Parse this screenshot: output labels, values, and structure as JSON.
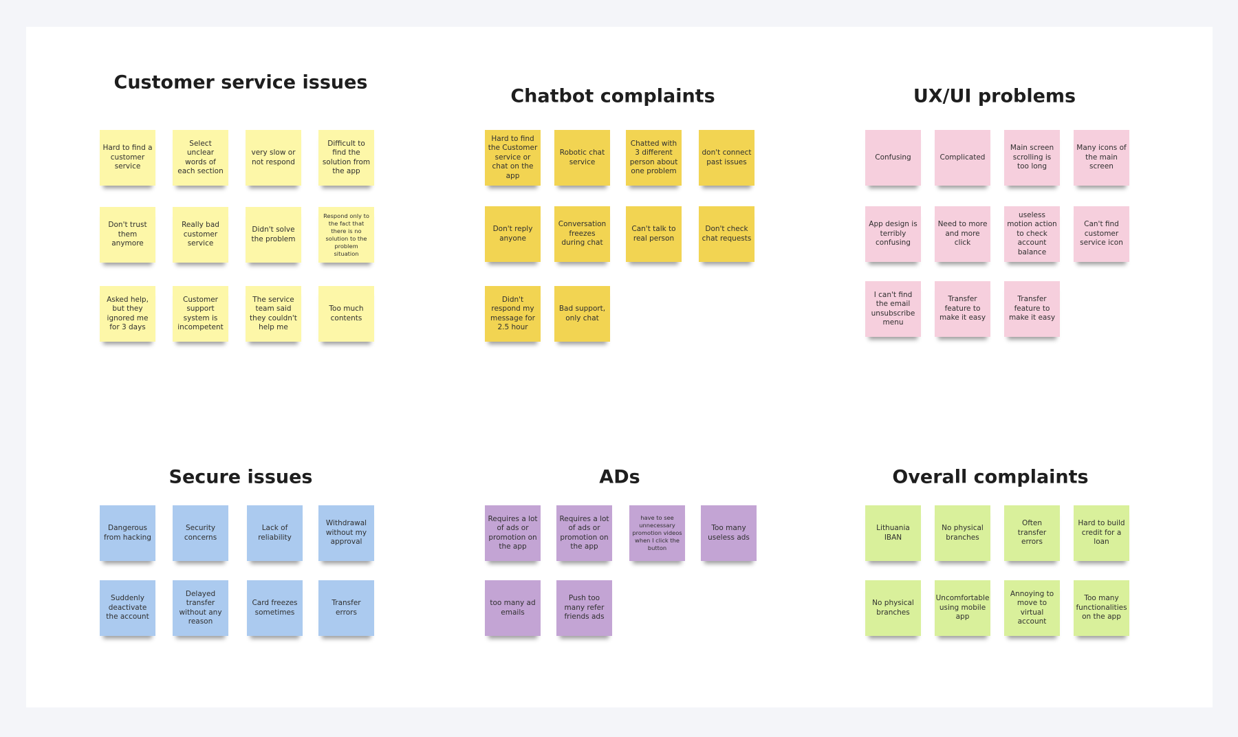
{
  "groups": [
    {
      "title": "Customer service issues",
      "color": "#fdf7a8",
      "notes": [
        "Hard to find a customer service",
        "Select unclear words of each section",
        "very slow or not respond",
        "Difficult to find the solution from the app",
        "Don't trust them anymore",
        "Really bad customer service",
        "Didn't solve the problem",
        "Respond only to the fact that there is no solution to the problem situation",
        "Asked help, but they ignored me for 3 days",
        "Customer support system is incompetent",
        "The service team said they couldn't help me",
        "Too much contents"
      ]
    },
    {
      "title": "Chatbot complaints",
      "color": "#f2d452",
      "notes": [
        "Hard to find the Customer service or chat on the app",
        "Robotic chat service",
        "Chatted with 3 different person about one problem",
        "don't connect past issues",
        "Don't reply anyone",
        "Conversation freezes during chat",
        "Can't talk to real person",
        "Don't check chat requests",
        "Didn't respond my message for 2.5 hour",
        "Bad support, only chat"
      ]
    },
    {
      "title": "UX/UI problems",
      "color": "#f6cfdd",
      "notes": [
        "Confusing",
        "Complicated",
        "Main screen scrolling is too long",
        "Many icons of the main screen",
        "App design is terribly confusing",
        "Need to more and more click",
        "useless motion action to check account balance",
        "Can't find customer service icon",
        "I can't find the email unsubscribe menu",
        "Transfer feature to make it easy",
        "Transfer feature to make it easy"
      ]
    },
    {
      "title": "Secure issues",
      "color": "#abcaef",
      "notes": [
        "Dangerous from hacking",
        "Security concerns",
        "Lack of reliability",
        "Withdrawal without my approval",
        "Suddenly deactivate the account",
        "Delayed transfer without any reason",
        "Card freezes sometimes",
        "Transfer errors"
      ]
    },
    {
      "title": "ADs",
      "color": "#c3a4d4",
      "notes": [
        "Requires a lot of ads or promotion on the app",
        "Requires a lot of ads or promotion on the app",
        "have to see unnecessary promotion videos when I click the button",
        "Too many useless ads",
        "too many ad emails",
        "Push too many refer friends ads"
      ]
    },
    {
      "title": "Overall complaints",
      "color": "#d9f09b",
      "notes": [
        "Lithuania IBAN",
        "No physical branches",
        "Often transfer errors",
        "Hard to build credit for a loan",
        "No physical branches",
        "Uncomfortable using mobile app",
        "Annoying to move to virtual account",
        "Too many functionalities on the app"
      ]
    }
  ]
}
